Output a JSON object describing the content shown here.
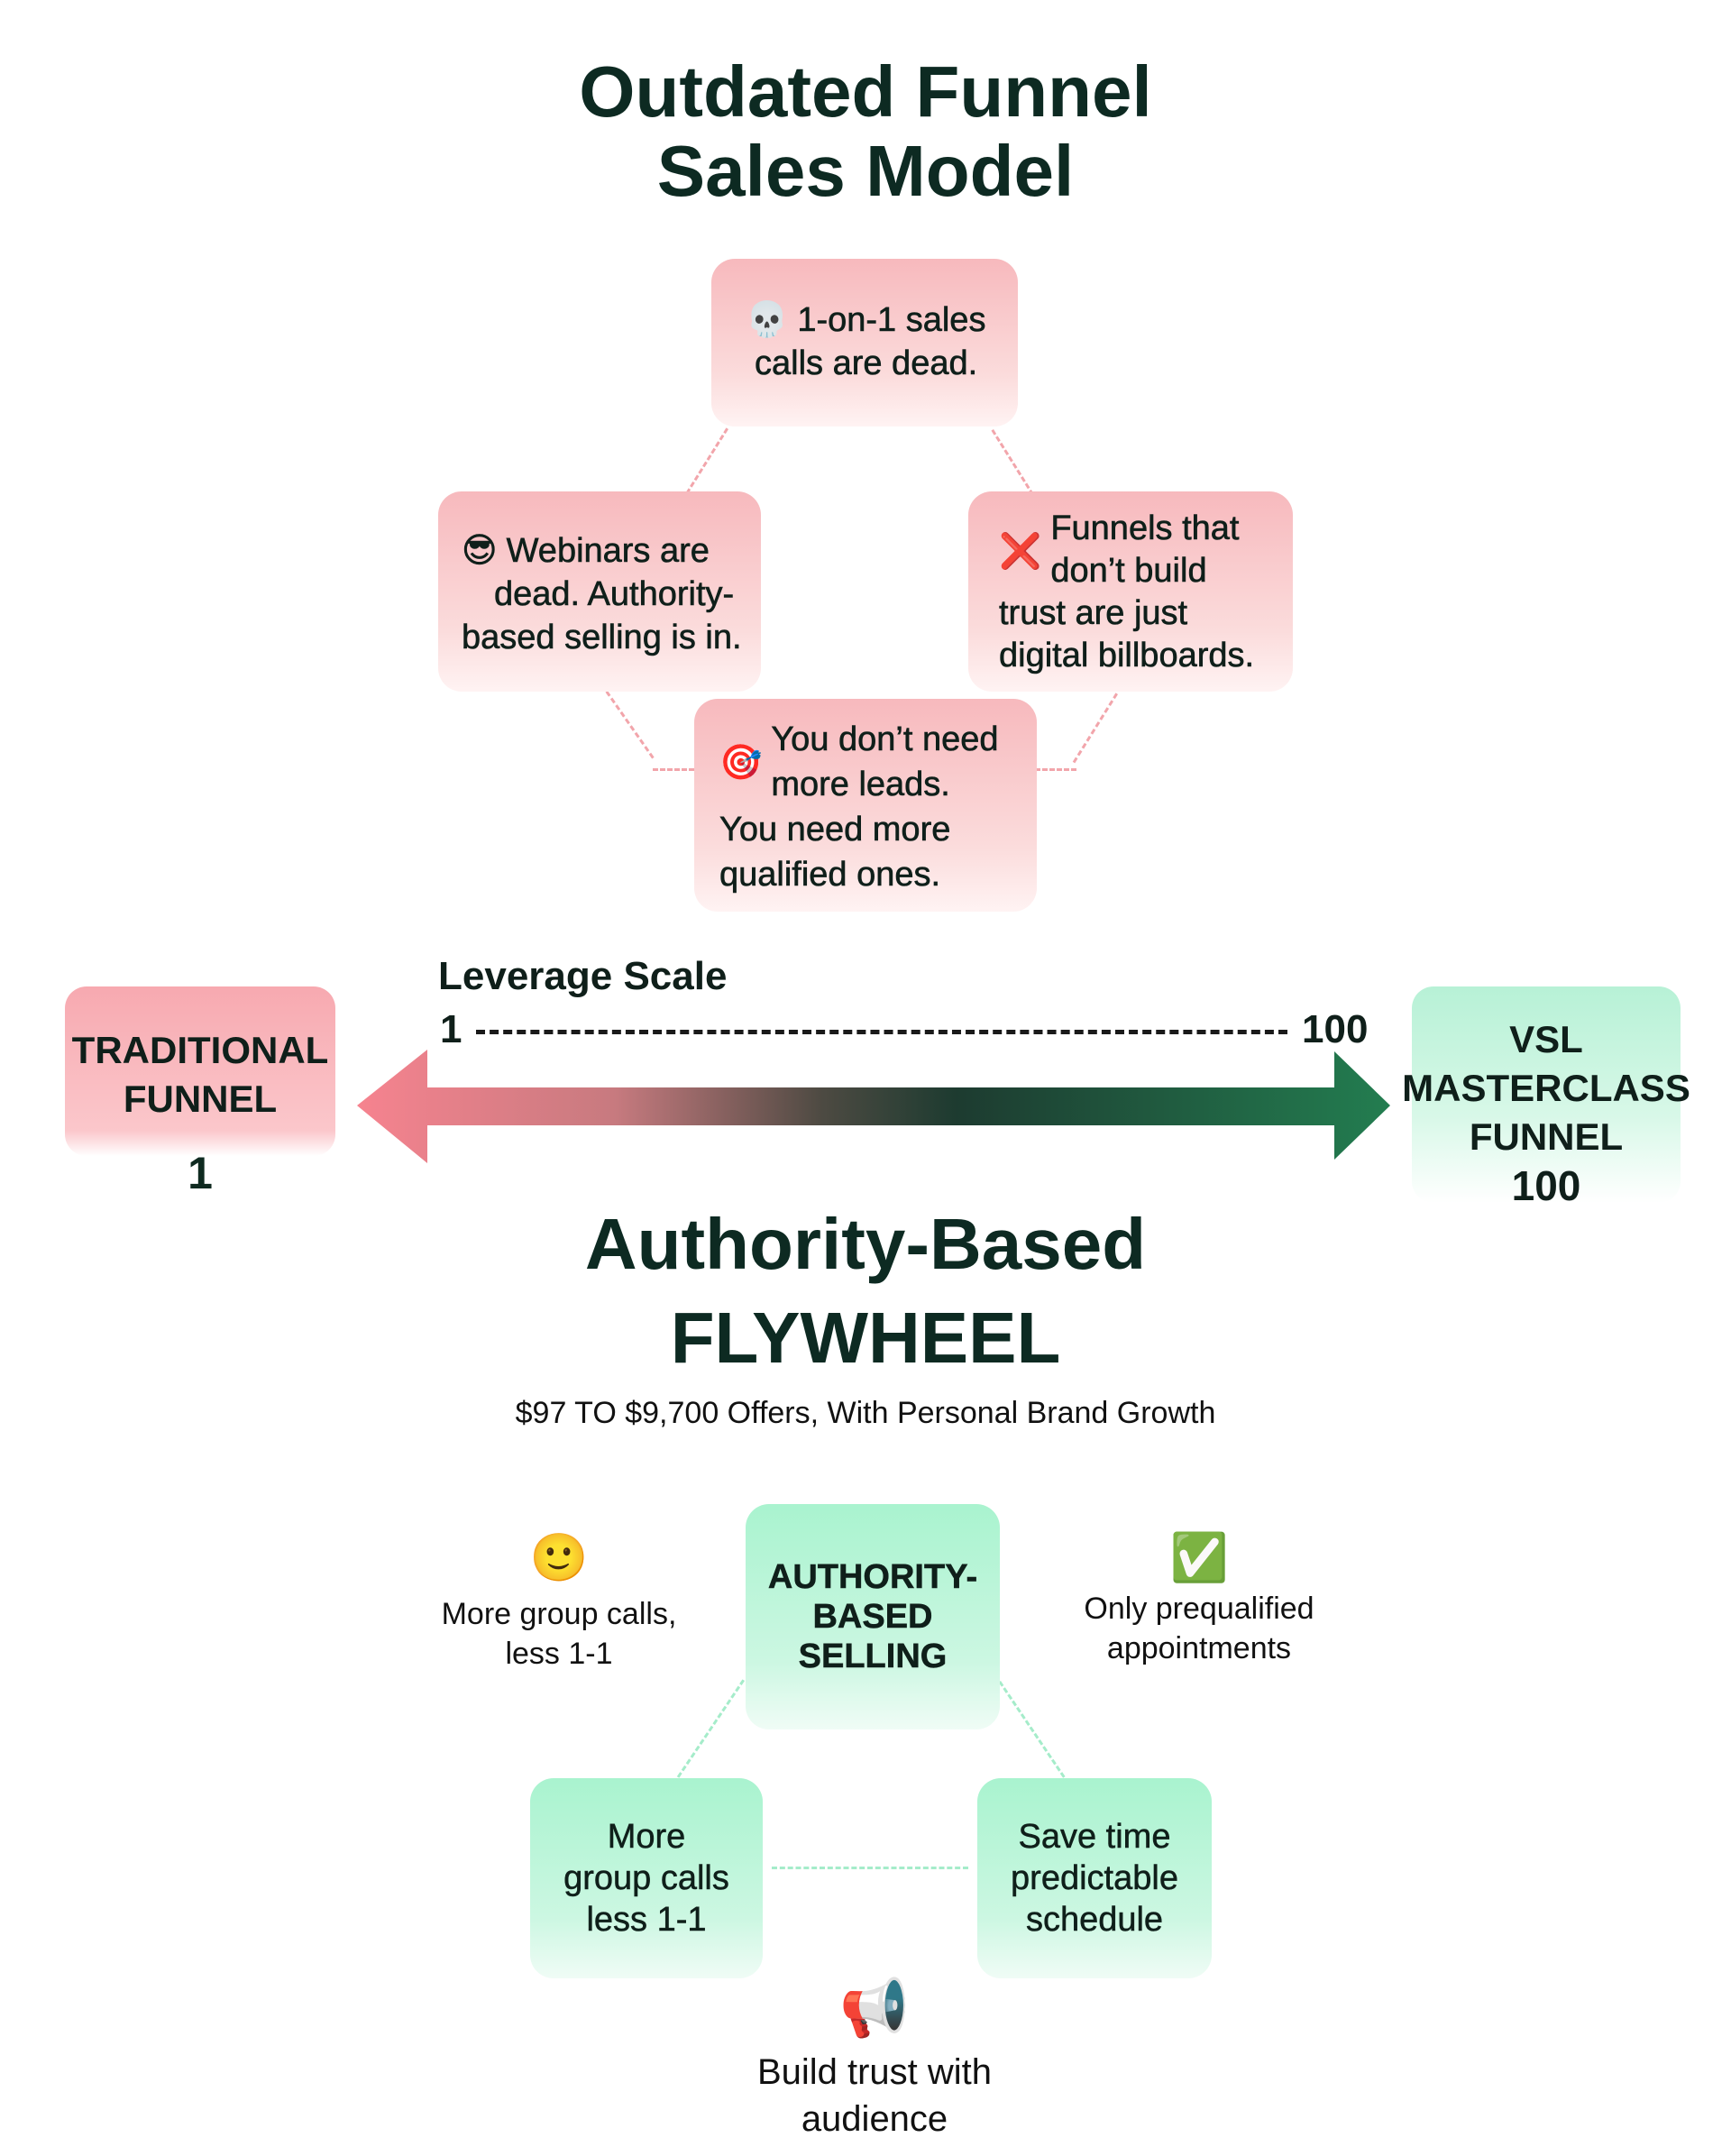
{
  "top_title": {
    "line1": "Outdated Funnel",
    "line2": "Sales Model"
  },
  "red_cards": {
    "top": {
      "emoji": "💀",
      "line1": "1-on-1 sales",
      "line2": "calls are dead."
    },
    "left": {
      "emoji": "😎",
      "line1": "Webinars are",
      "line2": "dead. Authority-",
      "line3": "based selling is in."
    },
    "right": {
      "emoji": "❌",
      "line1": "Funnels that",
      "line2": "don’t build",
      "line3": "trust are just",
      "line4": "digital billboards."
    },
    "bottom": {
      "emoji": "🎯",
      "line1": "You don’t need",
      "line2": "more leads.",
      "line3": "You need more",
      "line4": "qualified ones."
    }
  },
  "scale": {
    "label": "Leverage Scale",
    "min_label": "1",
    "max_label": "100",
    "left_box": {
      "line1": "TRADITIONAL",
      "line2": "FUNNEL",
      "value": "1"
    },
    "right_box": {
      "line1": "VSL",
      "line2": "MASTERCLASS",
      "line3": "FUNNEL",
      "value": "100"
    },
    "colors": {
      "left": "#f4828d",
      "mid": "#1f3d32",
      "right": "#217a4e"
    }
  },
  "mid_title": {
    "line1": "Authority-Based",
    "line2": "FLYWHEEL"
  },
  "subtitle": "$97 TO $9,700 Offers, With Personal Brand Growth",
  "flywheel": {
    "center": {
      "line1": "AUTHORITY-",
      "line2": "BASED",
      "line3": "SELLING"
    },
    "left_note": {
      "icon": "slightly-smiling-face-icon",
      "emoji": "🙂",
      "line1": "More group calls,",
      "line2": "less 1-1"
    },
    "right_note": {
      "icon": "check-mark-button-icon",
      "emoji": "✅",
      "line1": "Only prequalified",
      "line2": "appointments"
    },
    "bottom_left": {
      "line1": "More",
      "line2": "group calls",
      "line3": "less 1-1"
    },
    "bottom_right": {
      "line1": "Save time",
      "line2": "predictable",
      "line3": "schedule"
    },
    "bottom_note": {
      "icon": "megaphone-icon",
      "emoji": "📢",
      "line1": "Build trust with",
      "line2": "audience"
    }
  }
}
